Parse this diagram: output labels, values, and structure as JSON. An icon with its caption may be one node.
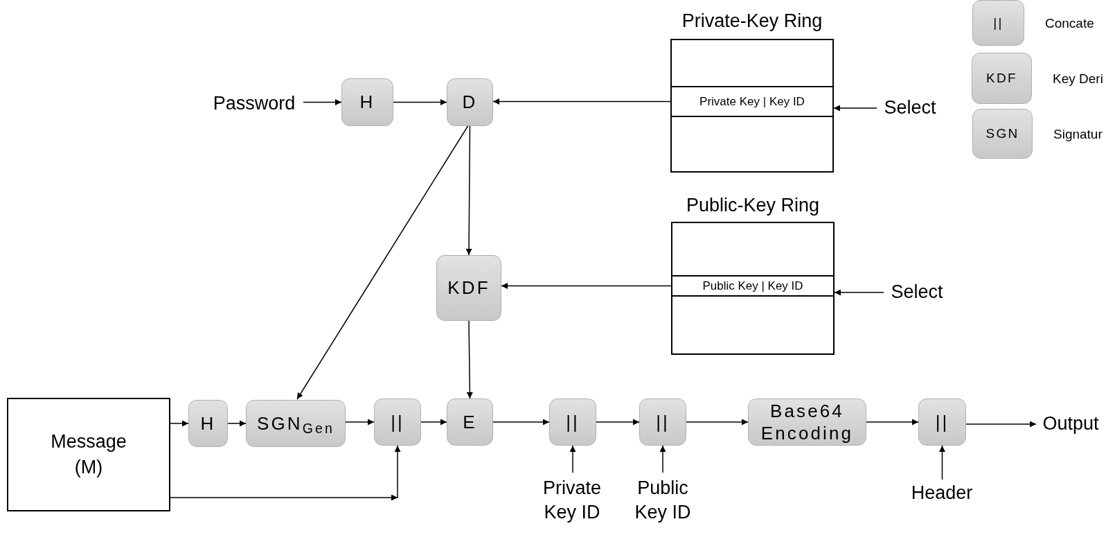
{
  "diagram": {
    "nodes": [
      {
        "text": [
          "Password"
        ]
      },
      {
        "text": [
          "H"
        ]
      },
      {
        "text": [
          "D"
        ]
      },
      {
        "text": [
          "Private-Key Ring"
        ]
      },
      {
        "text": [
          "Private Key | Key ID"
        ],
        "in": 3
      },
      {
        "text": [
          "Select"
        ]
      },
      {
        "text": [
          "Public-Key Ring"
        ]
      },
      {
        "text": [
          "Public Key | Key ID"
        ],
        "in": 6
      },
      {
        "text": [
          "Select"
        ]
      },
      {
        "text": [
          "KDF"
        ]
      },
      {
        "text": [
          "Message (M)"
        ]
      },
      {
        "text": [
          "H"
        ]
      },
      {
        "text": [
          "SGN$_{Gen}$"
        ]
      },
      {
        "text": [
          "||"
        ]
      },
      {
        "text": [
          "E"
        ]
      },
      {
        "text": [
          "||"
        ]
      },
      {
        "text": [
          "||"
        ]
      },
      {
        "text": [
          "Base64 Encoding"
        ]
      },
      {
        "text": [
          "||"
        ]
      },
      {
        "text": [
          "Output"
        ]
      },
      {
        "text": [
          "Private Key ID"
        ]
      },
      {
        "text": [
          "Public Key ID"
        ]
      },
      {
        "text": [
          "Header"
        ]
      },
      {
        "text": [
          "||"
        ],
        "beside": [
          "Concate"
        ]
      },
      {
        "text": [
          "KDF"
        ],
        "beside": [
          "Key Deri"
        ]
      },
      {
        "text": [
          "SGN"
        ],
        "beside": [
          "Signatur"
        ]
      }
    ],
    "edges": [
      {
        "from": 0,
        "to": 1,
        "arrow": "to"
      },
      {
        "from": 1,
        "to": 2,
        "arrow": "to"
      },
      {
        "from": 4,
        "to": 2,
        "arrow": "to"
      },
      {
        "from": 5,
        "to": 4,
        "arrow": "to"
      },
      {
        "from": 2,
        "to": 12,
        "arrow": "to"
      },
      {
        "from": 2,
        "to": 9,
        "arrow": "to"
      },
      {
        "from": 7,
        "to": 9,
        "arrow": "to"
      },
      {
        "from": 8,
        "to": 7,
        "arrow": "to"
      },
      {
        "from": 9,
        "to": 14,
        "arrow": "to"
      },
      {
        "from": 10,
        "to": 11,
        "arrow": "to"
      },
      {
        "from": 11,
        "to": 12,
        "arrow": "to"
      },
      {
        "from": 12,
        "to": 13,
        "arrow": "to"
      },
      {
        "from": 10,
        "to": 13,
        "arrow": "to"
      },
      {
        "from": 13,
        "to": 14,
        "arrow": "to"
      },
      {
        "from": 14,
        "to": 15,
        "arrow": "to"
      },
      {
        "from": 20,
        "to": 15,
        "arrow": "to"
      },
      {
        "from": 15,
        "to": 16,
        "arrow": "to"
      },
      {
        "from": 21,
        "to": 16,
        "arrow": "to"
      },
      {
        "from": 16,
        "to": 17,
        "arrow": "to"
      },
      {
        "from": 17,
        "to": 18,
        "arrow": "to"
      },
      {
        "from": 22,
        "to": 18,
        "arrow": "to"
      },
      {
        "from": 18,
        "to": 19,
        "arrow": "to"
      }
    ]
  }
}
